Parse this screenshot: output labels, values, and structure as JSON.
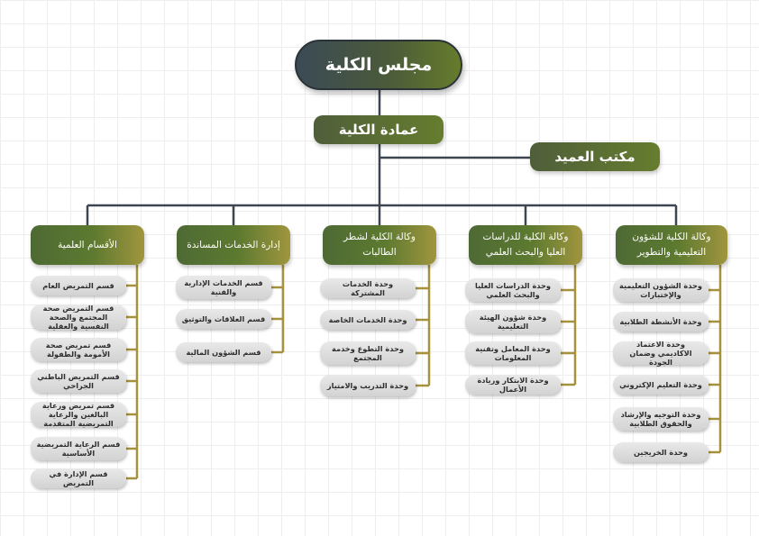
{
  "council": "مجلس الكلية",
  "deanship": "عمادة الكلية",
  "dean_office": "مكتب العميد",
  "departments": [
    {
      "title": "وكالة الكلية للشؤون التعليمية والتطوير",
      "units": [
        "وحدة الشؤون التعليمية والإختبارات",
        "وحدة الأنشطة الطلابية",
        "وحدة الاعتماد الاكاديمي وضمان الجودة",
        "وحدة التعليم الإكتروني",
        "وحدة التوجيه والإرشاد والحقوق الطلابية",
        "وحدة الخريجين"
      ]
    },
    {
      "title": "وكالة الكلية للدراسات العليا والبحث العلمي",
      "units": [
        "وحدة الدراسات العليا والبحث العلمي",
        "وحدة شؤون الهيئة التعليمية",
        "وحدة المعامل وتقنية المعلومات",
        "وحدة الابتكار وريادة الأعمال"
      ]
    },
    {
      "title": "وكالة الكلية لشطر الطالبات",
      "units": [
        "وحدة الخدمات المشتركة",
        "وحدة الخدمات الخاصة",
        "وحدة التطوع وخدمة المجتمع",
        "وحدة التدريب والامتياز"
      ]
    },
    {
      "title": "إدارة الخدمات المساندة",
      "units": [
        "قسم الخدمات الإدارية والفنية",
        "قسم العلاقات والتوثيق",
        "قسم الشؤون المالية"
      ]
    },
    {
      "title": "الأقسام العلمية",
      "units": [
        "قسم التمريض العام",
        "قسم التمريض صحة المجتمع والصحة النفسية والعقلية",
        "قسم تمريض صحة الأمومة والطفولة",
        "قسم التمريض الباطني الجراحي",
        "قسم تمريض ورعاية البالغين والرعاية التمريضية المتقدمة",
        "قسم الرعاية التمريضية الأساسية",
        "قسم الإدارة في التمريض"
      ]
    }
  ]
}
